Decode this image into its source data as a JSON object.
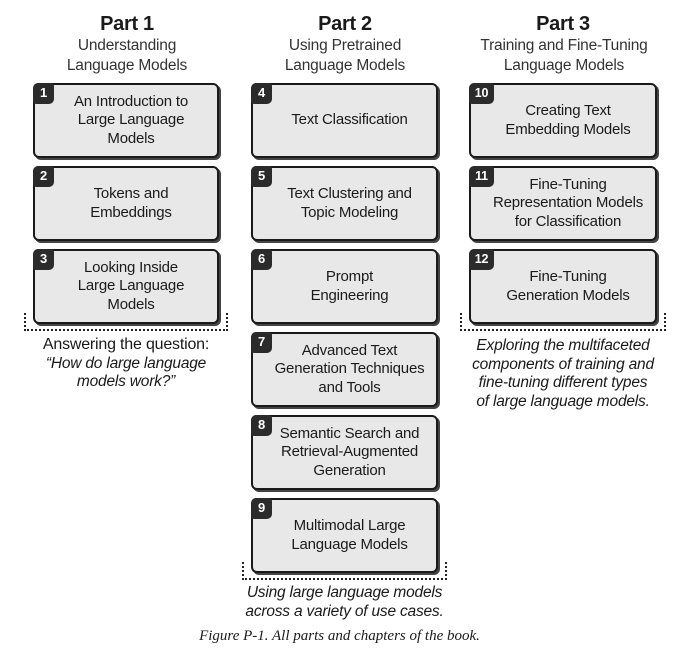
{
  "parts": [
    {
      "title": "Part 1",
      "subtitle": [
        "Understanding",
        "Language Models"
      ],
      "chapters": [
        {
          "num": "1",
          "lines": [
            "An Introduction to",
            "Large Language Models"
          ]
        },
        {
          "num": "2",
          "lines": [
            "Tokens and",
            "Embeddings"
          ]
        },
        {
          "num": "3",
          "lines": [
            "Looking Inside",
            "Large Language Models"
          ]
        }
      ],
      "caption": {
        "lead": "Answering the question:",
        "lines": [
          "“How do large language",
          "models work?”"
        ]
      }
    },
    {
      "title": "Part 2",
      "subtitle": [
        "Using Pretrained",
        "Language Models"
      ],
      "chapters": [
        {
          "num": "4",
          "lines": [
            "Text Classification"
          ]
        },
        {
          "num": "5",
          "lines": [
            "Text Clustering and",
            "Topic Modeling"
          ]
        },
        {
          "num": "6",
          "lines": [
            "Prompt",
            "Engineering"
          ]
        },
        {
          "num": "7",
          "lines": [
            "Advanced Text",
            "Generation Techniques",
            "and Tools"
          ]
        },
        {
          "num": "8",
          "lines": [
            "Semantic Search and",
            "Retrieval-Augmented",
            "Generation"
          ]
        },
        {
          "num": "9",
          "lines": [
            "Multimodal Large",
            "Language Models"
          ]
        }
      ],
      "caption": {
        "lines": [
          "Using large language models",
          "across a variety of use cases."
        ]
      }
    },
    {
      "title": "Part 3",
      "subtitle": [
        "Training and Fine-Tuning",
        "Language Models"
      ],
      "chapters": [
        {
          "num": "10",
          "lines": [
            "Creating Text",
            "Embedding Models"
          ]
        },
        {
          "num": "11",
          "lines": [
            "Fine-Tuning",
            "Representation Models",
            "for Classification"
          ]
        },
        {
          "num": "12",
          "lines": [
            "Fine-Tuning",
            "Generation Models"
          ]
        }
      ],
      "caption": {
        "lines": [
          "Exploring the multifaceted",
          "components of training and",
          "fine-tuning different types",
          "of large language models."
        ]
      }
    }
  ],
  "figure_caption": "Figure P-1. All parts and chapters of the book."
}
